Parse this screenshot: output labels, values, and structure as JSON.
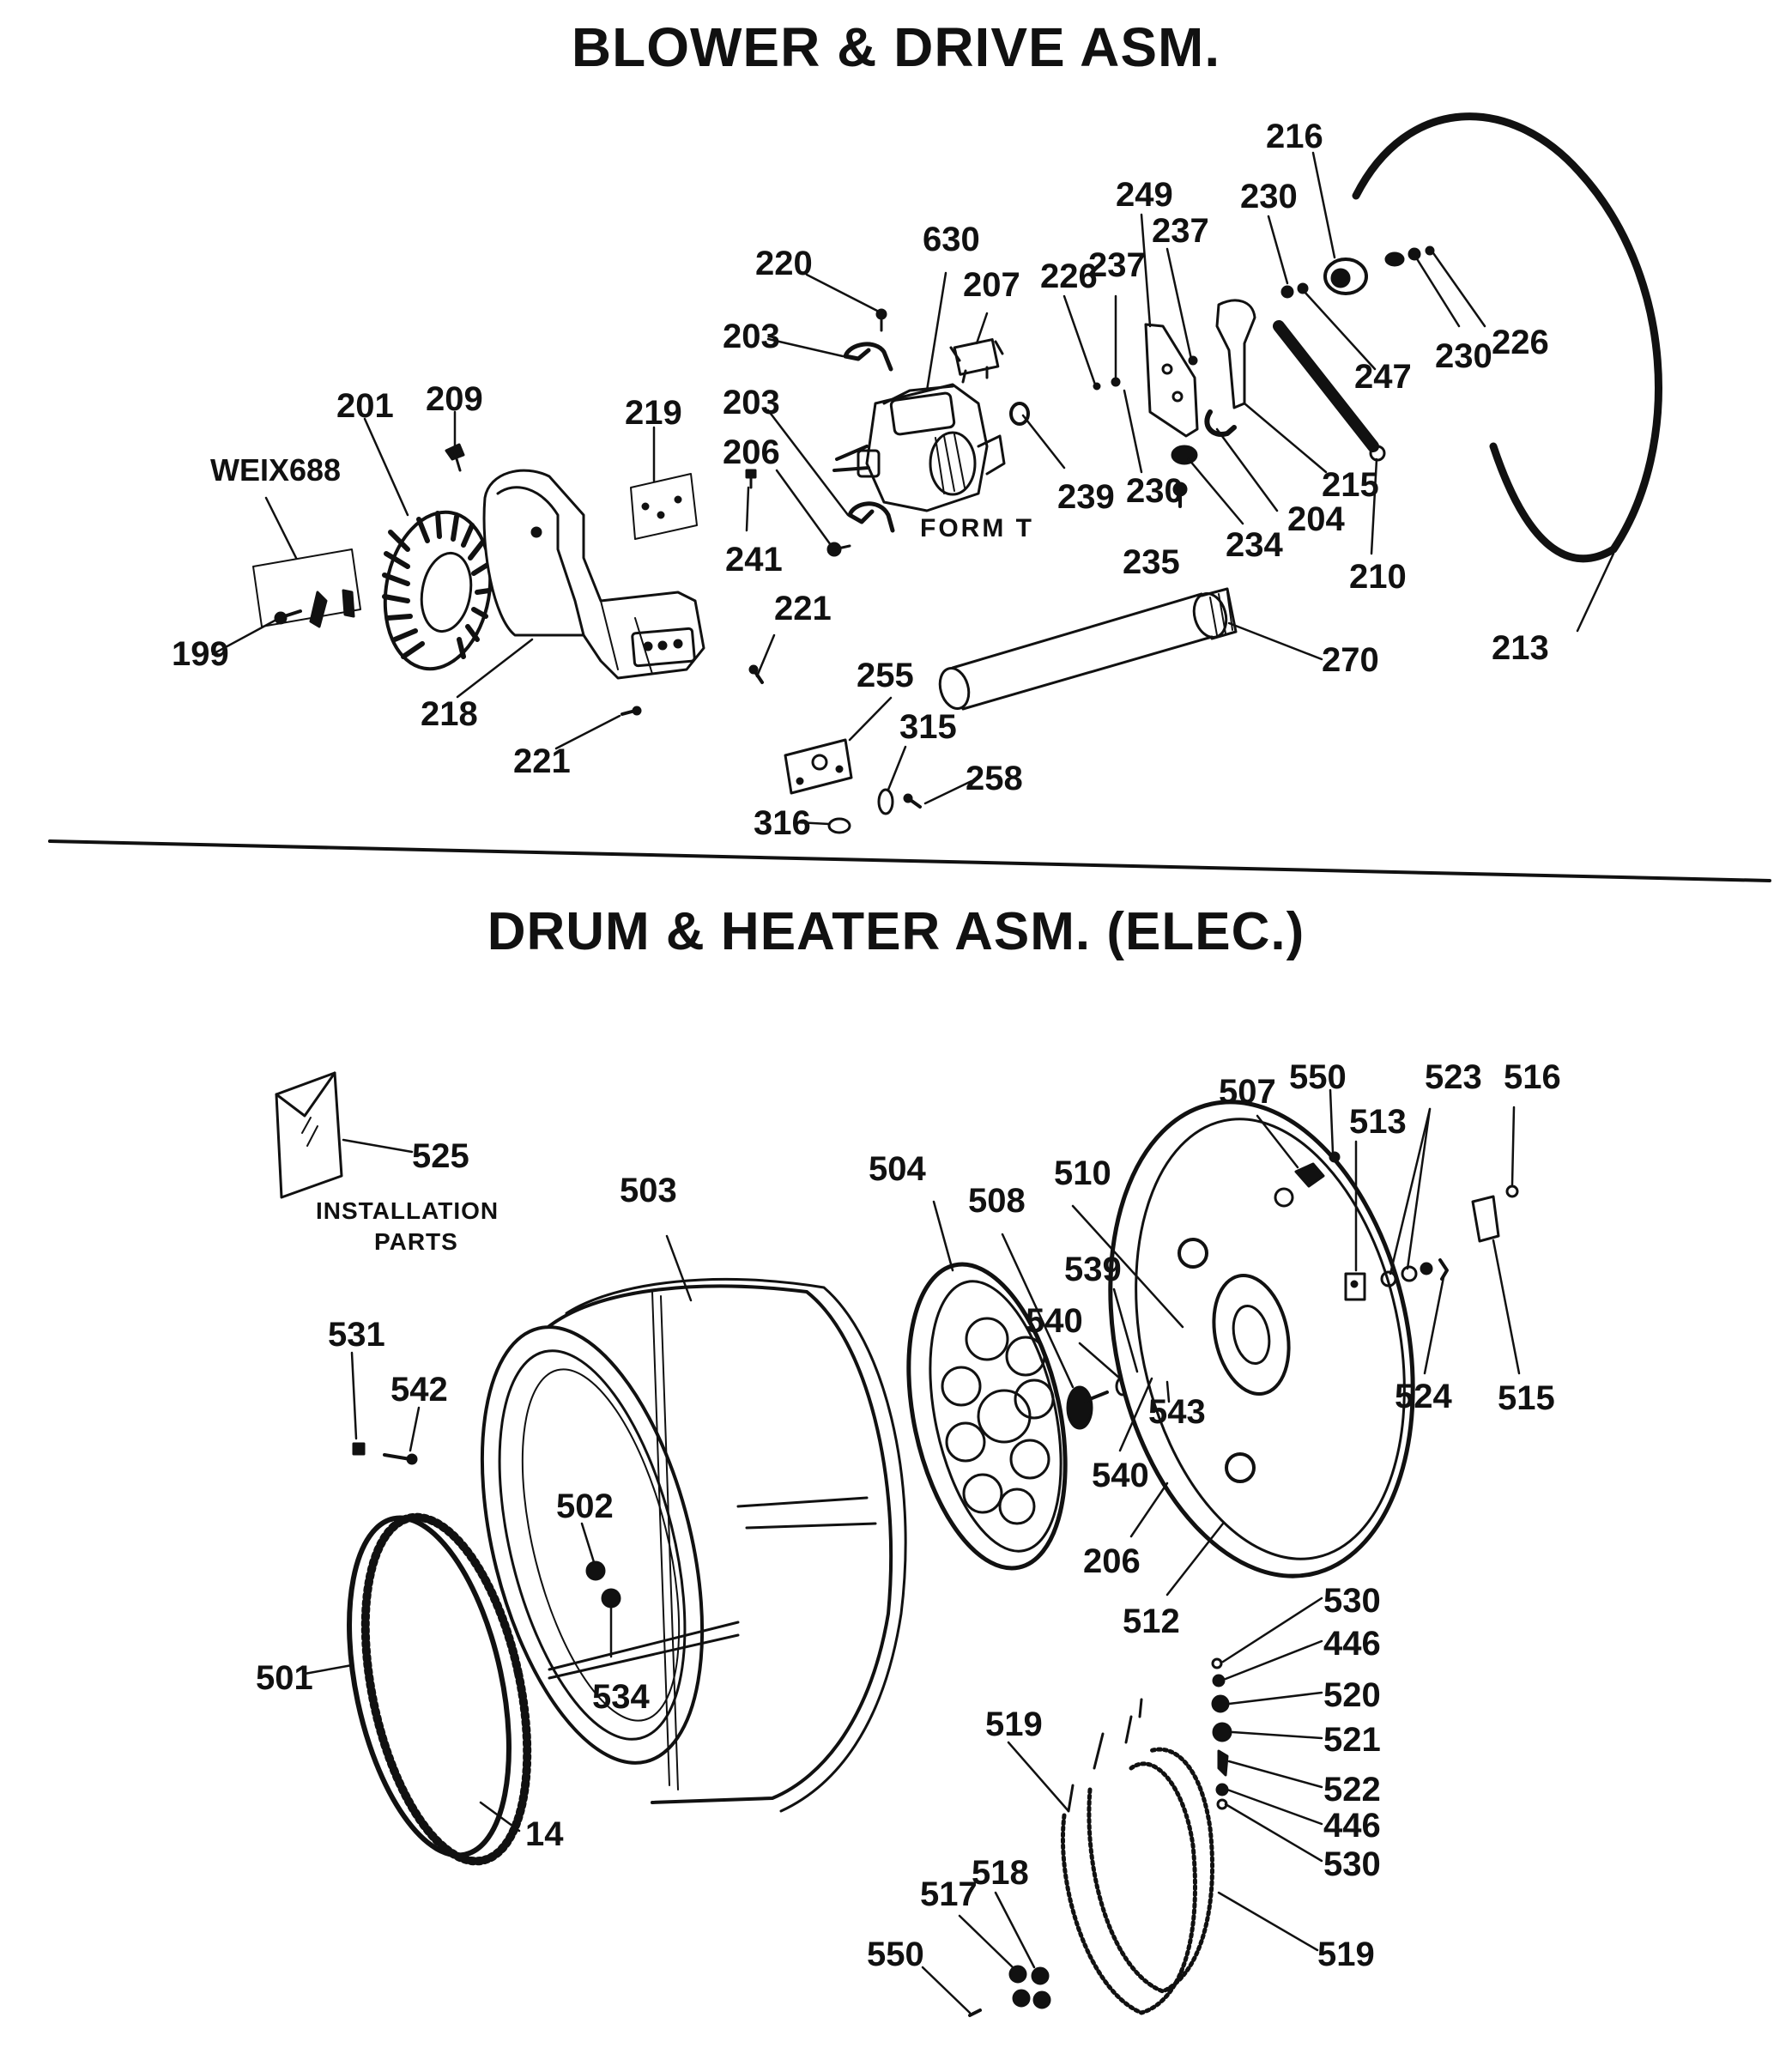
{
  "titles": {
    "blower": "BLOWER & DRIVE ASM.",
    "drum": "DRUM & HEATER ASM. (ELEC.)"
  },
  "notes": {
    "form_t": "FORM T",
    "installation": "INSTALLATION",
    "parts": "PARTS"
  },
  "colors": {
    "ink": "#111111",
    "paper": "#ffffff"
  },
  "blower_labels": [
    {
      "id": "216",
      "text": "216"
    },
    {
      "id": "249",
      "text": "249"
    },
    {
      "id": "230a",
      "text": "230"
    },
    {
      "id": "237a",
      "text": "237"
    },
    {
      "id": "630",
      "text": "630"
    },
    {
      "id": "220",
      "text": "220"
    },
    {
      "id": "207",
      "text": "207"
    },
    {
      "id": "226a",
      "text": "226"
    },
    {
      "id": "237b",
      "text": "237"
    },
    {
      "id": "247",
      "text": "247"
    },
    {
      "id": "230b",
      "text": "230"
    },
    {
      "id": "226b",
      "text": "226"
    },
    {
      "id": "203a",
      "text": "203"
    },
    {
      "id": "209",
      "text": "209"
    },
    {
      "id": "201",
      "text": "201"
    },
    {
      "id": "219",
      "text": "219"
    },
    {
      "id": "203b",
      "text": "203"
    },
    {
      "id": "239",
      "text": "239"
    },
    {
      "id": "230c",
      "text": "230"
    },
    {
      "id": "215",
      "text": "215"
    },
    {
      "id": "206a",
      "text": "206"
    },
    {
      "id": "WE1X688",
      "text": "WEIX688"
    },
    {
      "id": "204",
      "text": "204"
    },
    {
      "id": "241",
      "text": "241"
    },
    {
      "id": "235",
      "text": "235"
    },
    {
      "id": "234",
      "text": "234"
    },
    {
      "id": "210",
      "text": "210"
    },
    {
      "id": "221a",
      "text": "221"
    },
    {
      "id": "199",
      "text": "199"
    },
    {
      "id": "270",
      "text": "270"
    },
    {
      "id": "213",
      "text": "213"
    },
    {
      "id": "218",
      "text": "218"
    },
    {
      "id": "255",
      "text": "255"
    },
    {
      "id": "315",
      "text": "315"
    },
    {
      "id": "221b",
      "text": "221"
    },
    {
      "id": "258",
      "text": "258"
    },
    {
      "id": "316",
      "text": "316"
    }
  ],
  "drum_labels": [
    {
      "id": "507",
      "text": "507"
    },
    {
      "id": "550a",
      "text": "550"
    },
    {
      "id": "523",
      "text": "523"
    },
    {
      "id": "516",
      "text": "516"
    },
    {
      "id": "513",
      "text": "513"
    },
    {
      "id": "525",
      "text": "525"
    },
    {
      "id": "504",
      "text": "504"
    },
    {
      "id": "510",
      "text": "510"
    },
    {
      "id": "503",
      "text": "503"
    },
    {
      "id": "508",
      "text": "508"
    },
    {
      "id": "539",
      "text": "539"
    },
    {
      "id": "540a",
      "text": "540"
    },
    {
      "id": "524",
      "text": "524"
    },
    {
      "id": "515",
      "text": "515"
    },
    {
      "id": "531",
      "text": "531"
    },
    {
      "id": "542",
      "text": "542"
    },
    {
      "id": "543",
      "text": "543"
    },
    {
      "id": "540b",
      "text": "540"
    },
    {
      "id": "502",
      "text": "502"
    },
    {
      "id": "206b",
      "text": "206"
    },
    {
      "id": "512",
      "text": "512"
    },
    {
      "id": "530a",
      "text": "530"
    },
    {
      "id": "446a",
      "text": "446"
    },
    {
      "id": "501",
      "text": "501"
    },
    {
      "id": "534",
      "text": "534"
    },
    {
      "id": "520",
      "text": "520"
    },
    {
      "id": "519a",
      "text": "519"
    },
    {
      "id": "521",
      "text": "521"
    },
    {
      "id": "522",
      "text": "522"
    },
    {
      "id": "446b",
      "text": "446"
    },
    {
      "id": "530b",
      "text": "530"
    },
    {
      "id": "14",
      "text": "14"
    },
    {
      "id": "518",
      "text": "518"
    },
    {
      "id": "517",
      "text": "517"
    },
    {
      "id": "519b",
      "text": "519"
    },
    {
      "id": "550b",
      "text": "550"
    }
  ]
}
